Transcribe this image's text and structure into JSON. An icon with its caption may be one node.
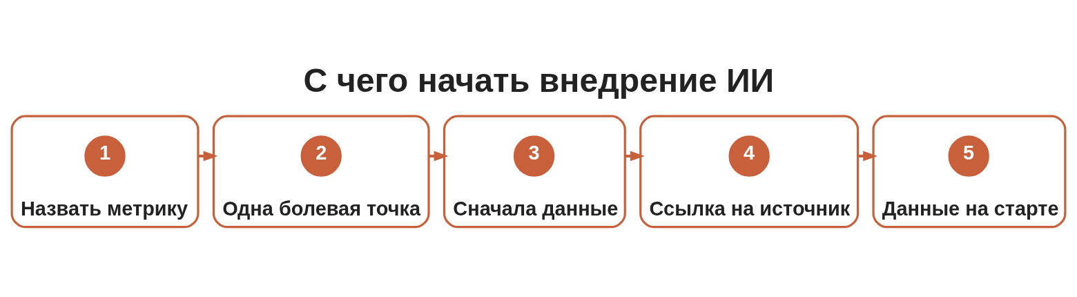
{
  "diagram": {
    "title": "С чего начать внедрение ИИ",
    "nodes": [
      {
        "text": [
          "Назвать метрику"
        ]
      },
      {
        "text": [
          "1"
        ],
        "in": 0
      },
      {
        "text": [
          "Одна болевая точка"
        ]
      },
      {
        "text": [
          "2"
        ],
        "in": 2
      },
      {
        "text": [
          "Сначала данные"
        ]
      },
      {
        "text": [
          "3"
        ],
        "in": 4
      },
      {
        "text": [
          "Ссылка на источник"
        ]
      },
      {
        "text": [
          "4"
        ],
        "in": 6
      },
      {
        "text": [
          "Данные на старте"
        ]
      },
      {
        "text": [
          "5"
        ],
        "in": 8
      }
    ],
    "edges": [
      {
        "from": 0,
        "to": 2,
        "arrow": "to"
      },
      {
        "from": 2,
        "to": 4,
        "arrow": "to"
      },
      {
        "from": 4,
        "to": 6,
        "arrow": "to"
      },
      {
        "from": 6,
        "to": 8,
        "arrow": "to"
      }
    ]
  }
}
